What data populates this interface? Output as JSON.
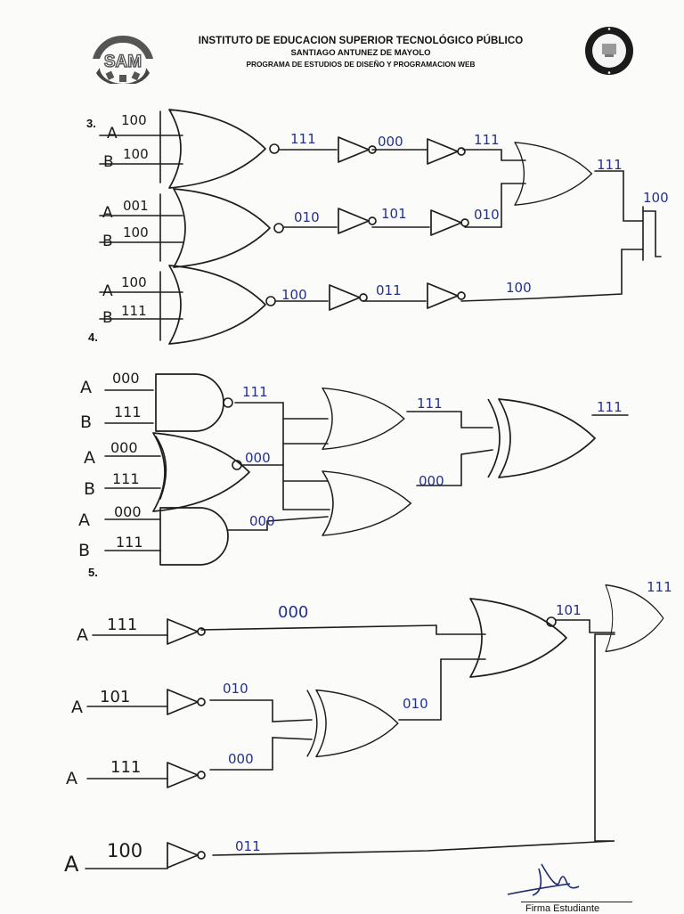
{
  "header": {
    "logo_text": "SAM",
    "line1": "INSTITUTO DE EDUCACION SUPERIOR TECNOLÓGICO PÚBLICO",
    "line2": "SANTIAGO ANTUNEZ DE MAYOLO",
    "line3": "PROGRAMA DE ESTUDIOS DE DISEÑO Y PROGRAMACION WEB"
  },
  "sections": {
    "s3": {
      "number": "3.",
      "labels": {
        "a1": "A",
        "b1": "B",
        "a2": "A",
        "b2": "B",
        "a3": "A",
        "b3": "B"
      },
      "values": {
        "a1": "100",
        "b1": "100",
        "a2": "001",
        "b2": "100",
        "a3": "100",
        "b3": "111",
        "nor1": "111",
        "not1a": "000",
        "not1b": "111",
        "nor2": "010",
        "not2a": "101",
        "not2b": "010",
        "nor3": "100",
        "not3a": "011",
        "not3b": "100",
        "or_out": "111",
        "final": "100"
      }
    },
    "s4": {
      "number": "4.",
      "labels": {
        "a1": "A",
        "b1": "B",
        "a2": "A",
        "b2": "B",
        "a3": "A",
        "b3": "B"
      },
      "values": {
        "a1": "000",
        "b1": "111",
        "a2": "000",
        "b2": "111",
        "a3": "000",
        "b3": "111",
        "nand": "111",
        "nor": "000",
        "and": "000",
        "or1": "111",
        "or2": "000",
        "xor": "111"
      }
    },
    "s5": {
      "number": "5.",
      "labels": {
        "a1": "A",
        "a2": "A",
        "a3": "A",
        "a4": "A"
      },
      "values": {
        "a1": "111",
        "a2": "101",
        "a3": "111",
        "a4": "100",
        "not1": "000",
        "not2": "010",
        "not3": "000",
        "not4": "011",
        "xor": "010",
        "nor": "101",
        "or": "111"
      }
    }
  },
  "signature": {
    "label": "Firma Estudiante"
  }
}
